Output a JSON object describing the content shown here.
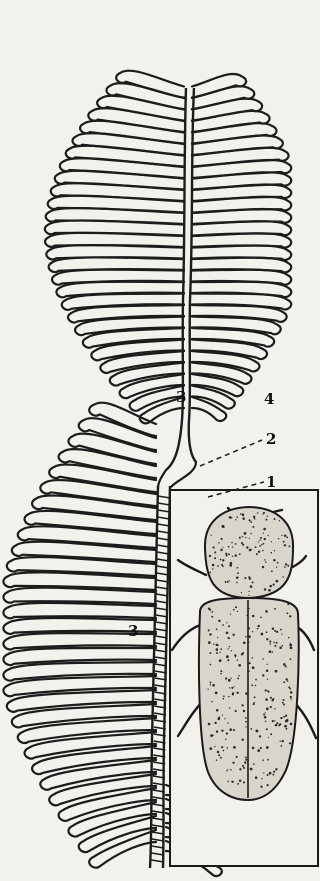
{
  "figure": {
    "labels": [
      {
        "id": "label-1",
        "text": "1"
      },
      {
        "id": "label-2",
        "text": "2"
      },
      {
        "id": "label-3-upper",
        "text": "3"
      },
      {
        "id": "label-3-lower",
        "text": "3"
      },
      {
        "id": "label-4",
        "text": "4"
      }
    ],
    "ink_color": "#1c1c1c",
    "paper_color": "#f3f1ec"
  }
}
